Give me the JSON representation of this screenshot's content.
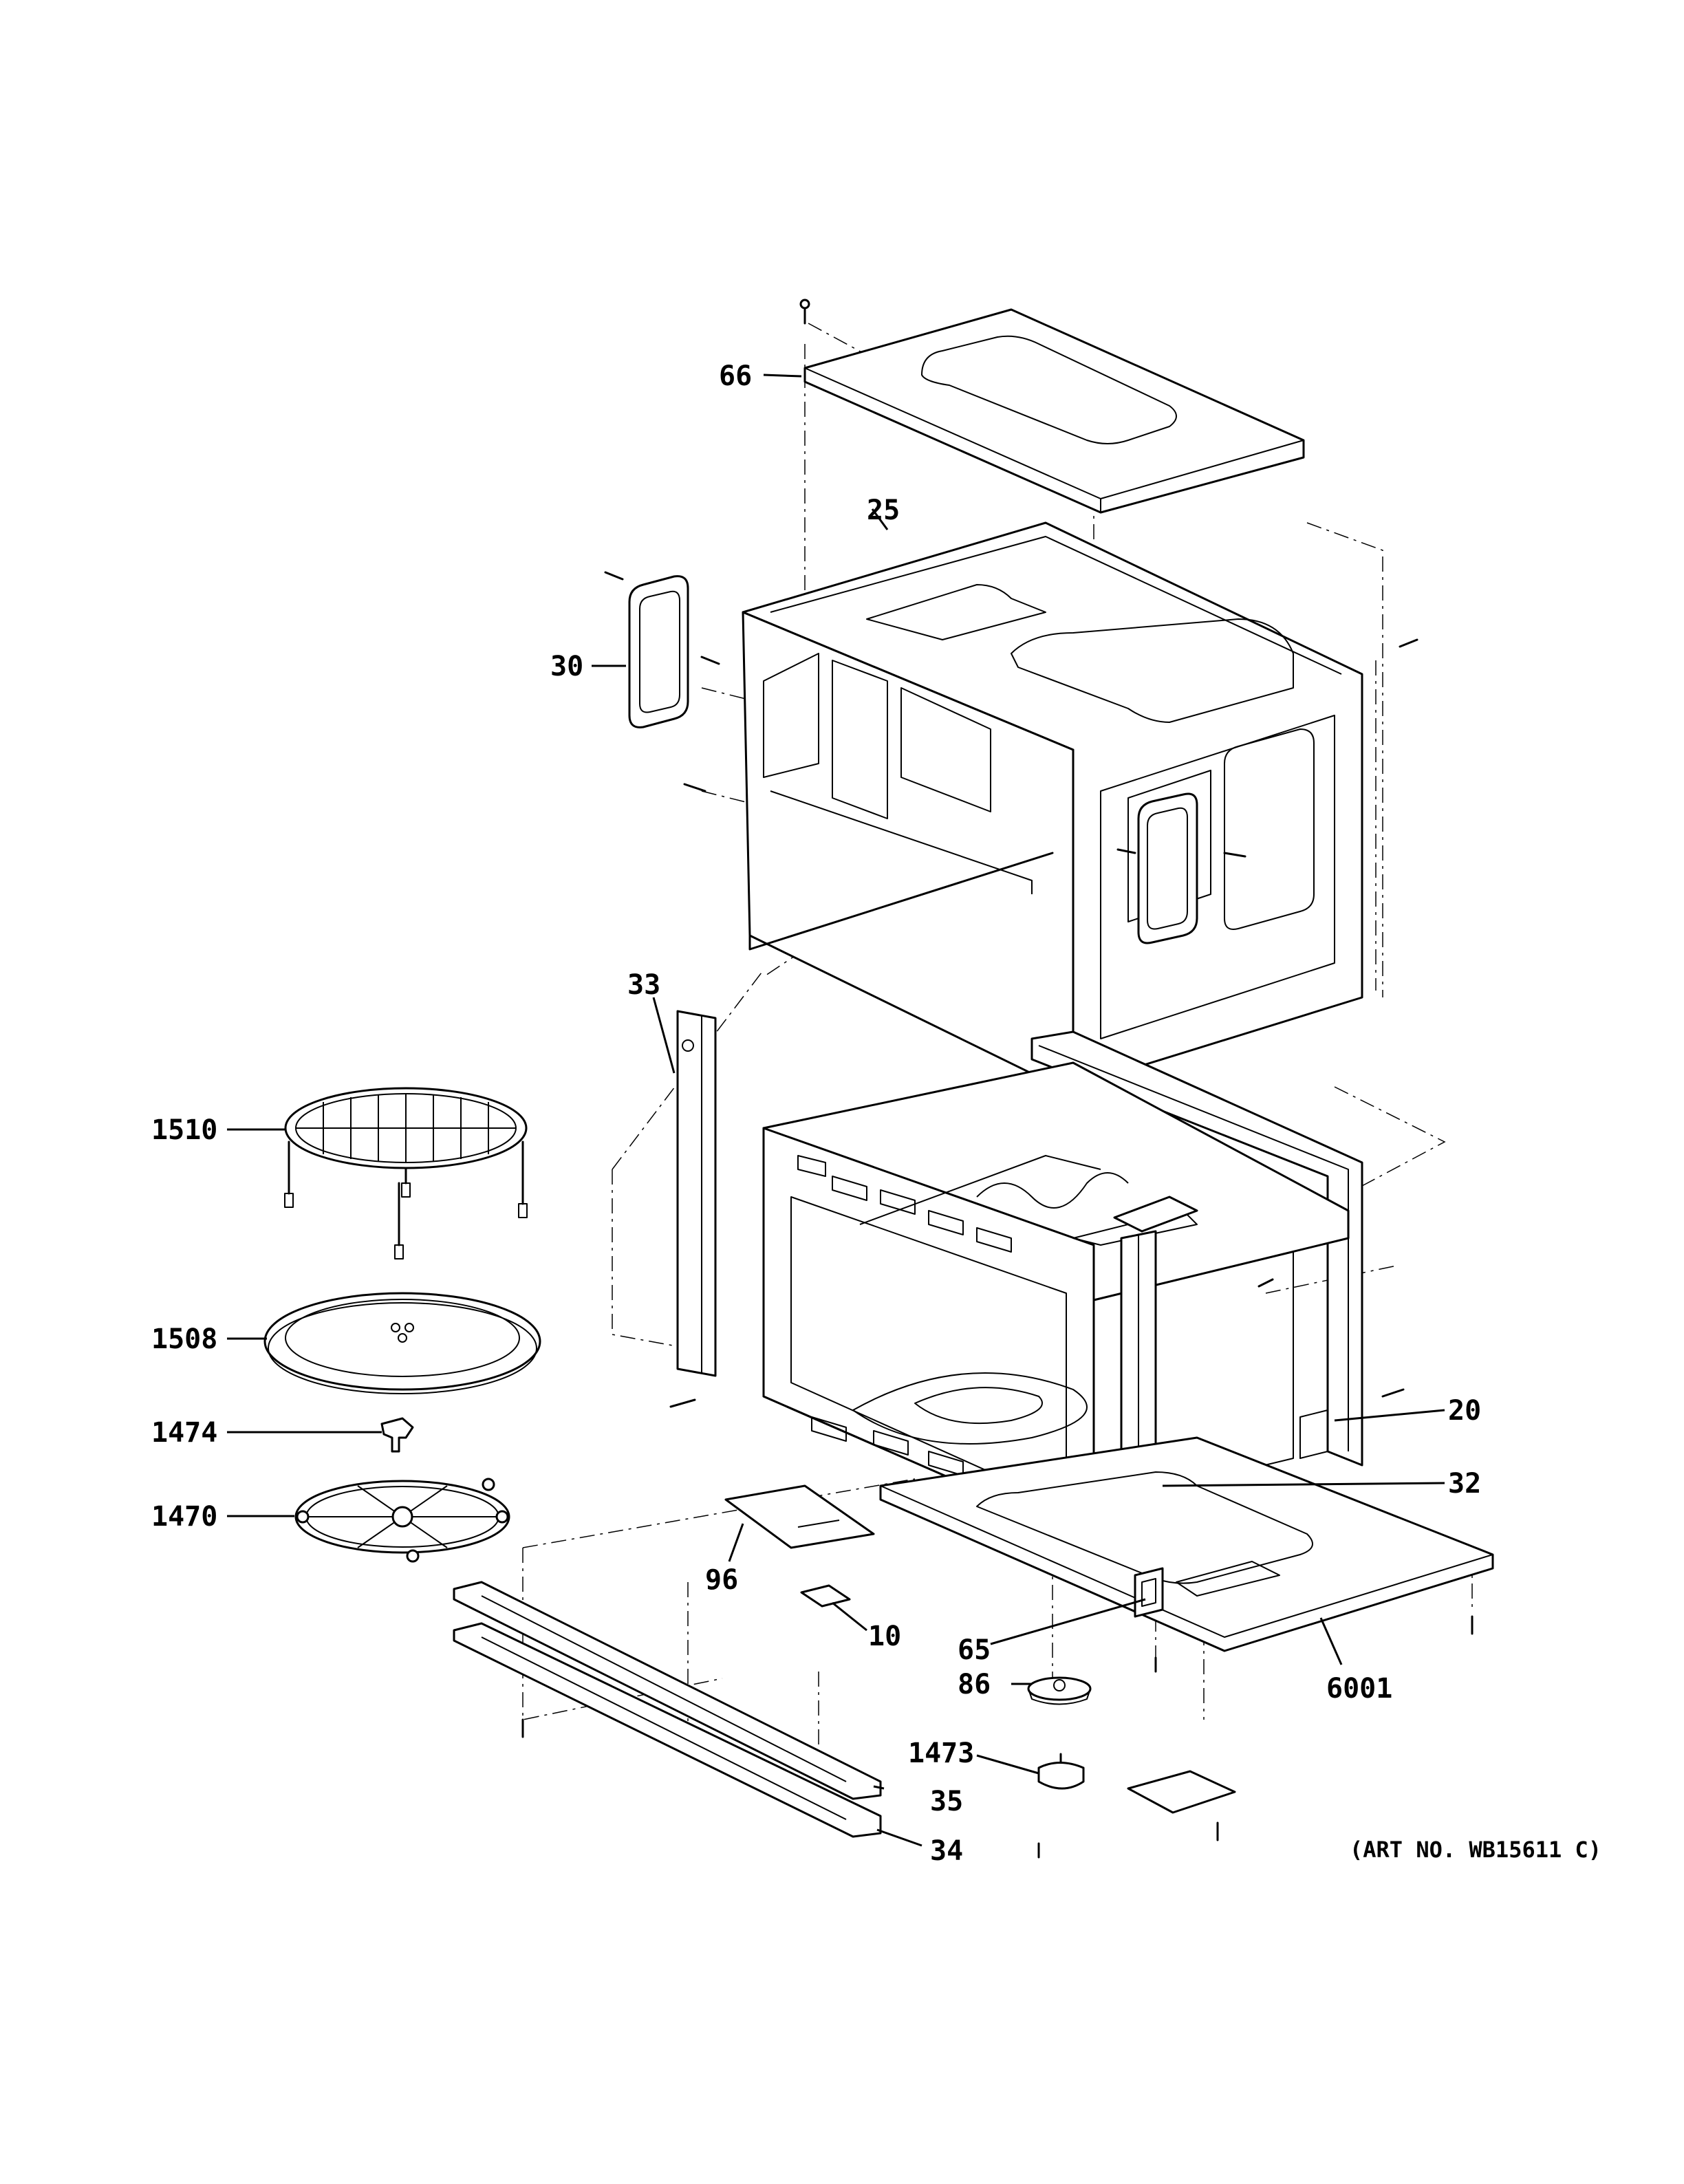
{
  "callouts": {
    "c66": "66",
    "c25": "25",
    "c30": "30",
    "c33": "33",
    "c1510": "1510",
    "c1508": "1508",
    "c1474": "1474",
    "c1470": "1470",
    "c20": "20",
    "c32": "32",
    "c96": "96",
    "c10": "10",
    "c65": "65",
    "c86": "86",
    "c6001": "6001",
    "c1473": "1473",
    "c35": "35",
    "c34": "34"
  },
  "art_number": "(ART NO. WB15611 C)"
}
